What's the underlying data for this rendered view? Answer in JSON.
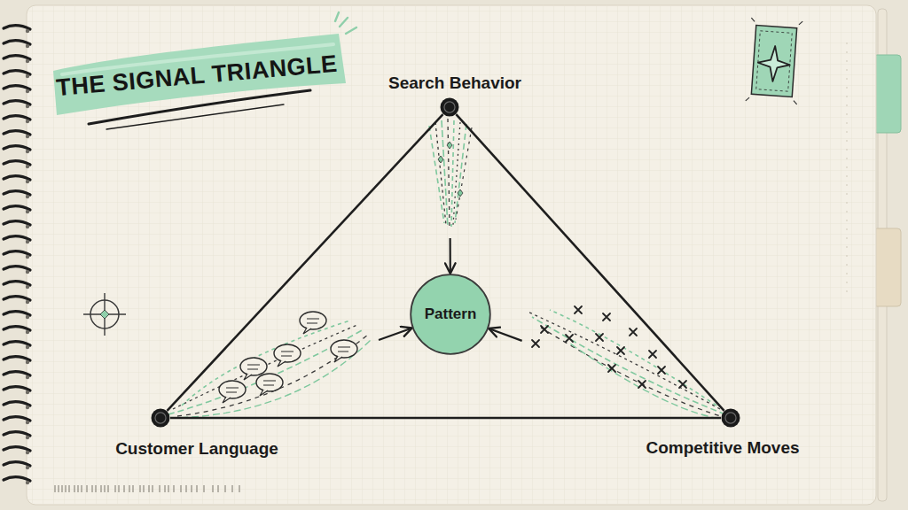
{
  "diagram": {
    "title": "THE SIGNAL TRIANGLE",
    "nodes": [
      {
        "text": [
          "Search Behavior"
        ]
      },
      {
        "text": [
          "Pattern"
        ]
      },
      {
        "text": [
          "Customer Language"
        ]
      },
      {
        "text": [
          "Competitive Moves"
        ]
      }
    ],
    "edges": [
      {
        "from": 0,
        "to": 2,
        "arrow": "none"
      },
      {
        "from": 0,
        "to": 3,
        "arrow": "none"
      },
      {
        "from": 2,
        "to": 3,
        "arrow": "none"
      },
      {
        "from": 0,
        "to": 1,
        "arrow": "to"
      },
      {
        "from": 2,
        "to": 1,
        "arrow": "to"
      },
      {
        "from": 3,
        "to": 1,
        "arrow": "to"
      }
    ]
  }
}
